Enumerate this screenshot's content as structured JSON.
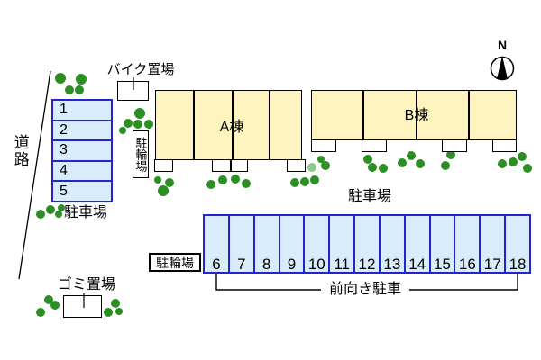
{
  "compass": {
    "label": "N"
  },
  "road": {
    "label": "道路"
  },
  "bike_storage": {
    "label": "バイク置場"
  },
  "bicycle_parking_vertical": {
    "label": "駐輪場"
  },
  "bicycle_parking_horizontal": {
    "label": "駐輪場"
  },
  "buildings": {
    "a": {
      "label": "A棟"
    },
    "b": {
      "label": "B棟"
    }
  },
  "parking_small": {
    "label": "駐車場",
    "spaces": [
      "1",
      "2",
      "3",
      "4",
      "5"
    ]
  },
  "parking_large": {
    "label": "駐車場",
    "spaces": [
      "6",
      "7",
      "8",
      "9",
      "10",
      "11",
      "12",
      "13",
      "14",
      "15",
      "16",
      "17",
      "18"
    ],
    "note": "前向き駐車"
  },
  "garbage": {
    "label": "ゴミ置場"
  },
  "colors": {
    "building-fill": "#fdf4c0",
    "parking-fill": "#d8ecfb",
    "parking-border": "#2424cc",
    "bush-green": "#2b8f23",
    "bush-light": "#8bcb8b"
  },
  "bushes": [
    [
      67,
      87,
      6
    ],
    [
      90,
      88,
      6
    ],
    [
      77,
      100,
      5
    ],
    [
      88,
      100,
      5
    ],
    [
      155,
      126,
      6
    ],
    [
      142,
      137,
      5
    ],
    [
      153,
      138,
      5
    ],
    [
      165,
      138,
      5
    ],
    [
      136,
      145,
      4
    ],
    [
      175,
      200,
      4
    ],
    [
      188,
      203,
      5
    ],
    [
      181,
      212,
      6
    ],
    [
      234,
      205,
      5
    ],
    [
      247,
      200,
      5
    ],
    [
      261,
      199,
      5
    ],
    [
      273,
      204,
      5
    ],
    [
      327,
      203,
      5
    ],
    [
      338,
      202,
      5
    ],
    [
      349,
      200,
      5
    ],
    [
      346,
      186,
      5,
      1
    ],
    [
      356,
      177,
      4
    ],
    [
      361,
      184,
      5
    ],
    [
      408,
      177,
      5
    ],
    [
      413,
      186,
      5
    ],
    [
      425,
      187,
      5
    ],
    [
      456,
      173,
      5
    ],
    [
      446,
      181,
      5
    ],
    [
      466,
      182,
      5
    ],
    [
      500,
      172,
      5
    ],
    [
      494,
      184,
      5
    ],
    [
      557,
      182,
      5
    ],
    [
      569,
      180,
      5
    ],
    [
      579,
      174,
      5
    ],
    [
      585,
      187,
      5
    ],
    [
      45,
      238,
      5
    ],
    [
      56,
      233,
      5
    ],
    [
      65,
      238,
      4
    ],
    [
      68,
      231,
      4
    ],
    [
      54,
      333,
      5
    ],
    [
      61,
      339,
      5
    ],
    [
      45,
      347,
      5
    ],
    [
      128,
      337,
      5
    ],
    [
      120,
      347,
      5
    ],
    [
      132,
      346,
      4
    ]
  ]
}
